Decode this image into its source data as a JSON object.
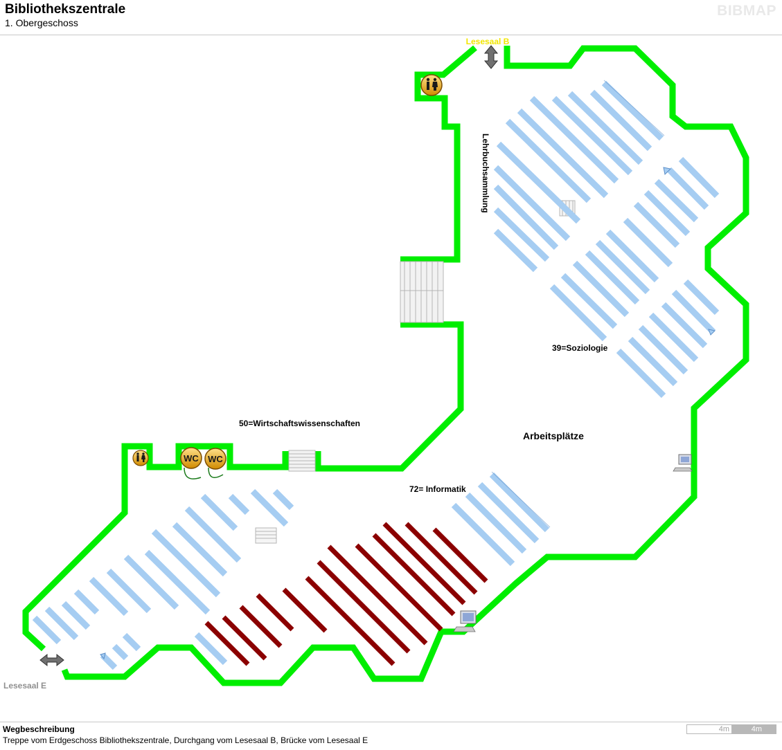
{
  "header": {
    "title": "Bibliothekszentrale",
    "subtitle": "1. Obergeschoss",
    "brand": "BIBMAP"
  },
  "labels": {
    "lesesaal_b": "Lesesaal B",
    "lesesaal_e": "Lesesaal E",
    "lehrbuch": "Lehrbuchsammlung",
    "soziologie": "39=Soziologie",
    "wirtschaft": "50=Wirtschaftswissenschaften",
    "arbeitsplaetze": "Arbeitsplätze",
    "informatik": "72= Informatik",
    "wc": "WC"
  },
  "footer": {
    "route_title": "Wegbeschreibung",
    "route_text": "Treppe vom Erdgeschoss Bibliothekszentrale, Durchgang vom Lesesaal B, Brücke vom Lesesaal E",
    "scale_a": "4m",
    "scale_b": "4m"
  },
  "colors": {
    "wall": "#00ee00",
    "shelf": "#a6cdf2",
    "highlight_shelf": "#8b0000",
    "label_b": "#f2e600",
    "label_e": "#909090"
  }
}
